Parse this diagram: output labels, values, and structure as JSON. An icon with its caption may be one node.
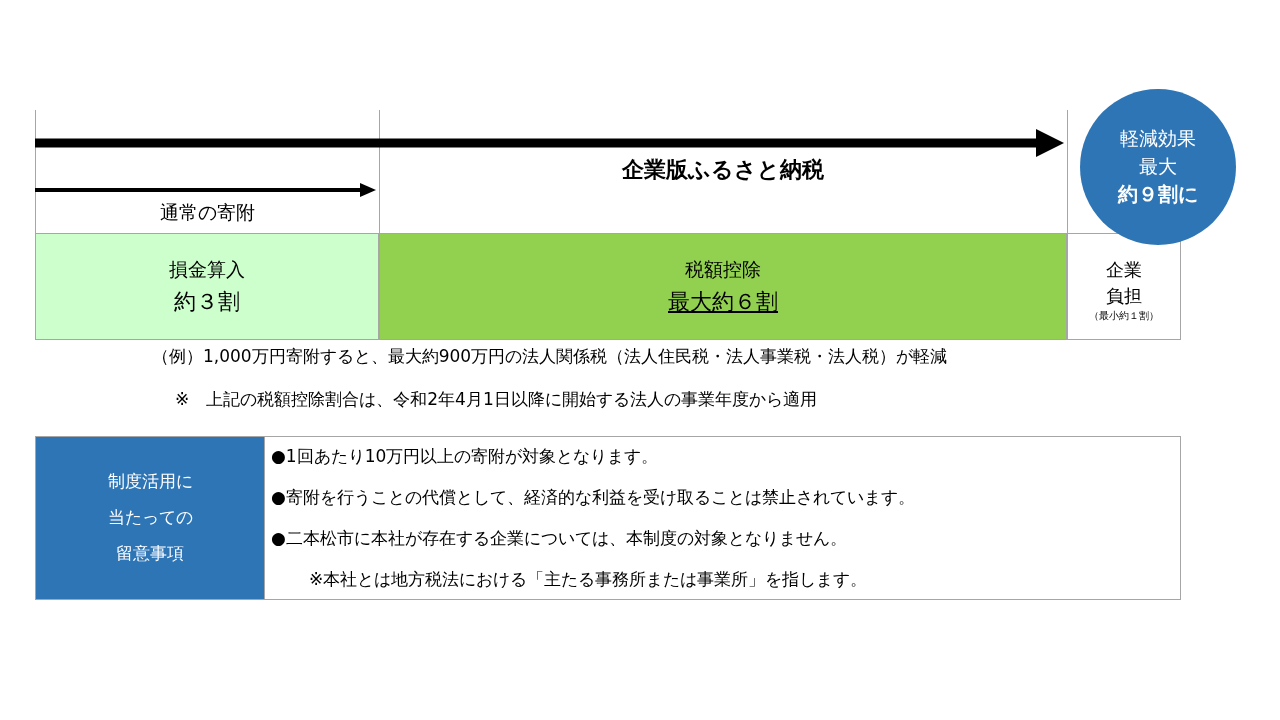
{
  "diagram": {
    "nodes": [
      {
        "text": [
          "損金算入",
          "約３割"
        ]
      },
      {
        "text": [
          "税額控除",
          "最大約６割"
        ]
      },
      {
        "text": [
          "企業負担",
          "（最小約１割）"
        ]
      },
      {
        "text": [
          "軽減効果",
          "最大",
          "約９割に"
        ]
      },
      {
        "text": [
          "制度活用に当たっての留意事項"
        ]
      },
      {
        "text": [
          "●1回あたり10万円以上の寄附が対象となります。",
          "●寄附を行うことの代償として、経済的な利益を受け取ることは禁止されています。",
          "●二本松市に本社が存在する企業については、本制度の対象となりません。",
          "※本社とは地方税法における「主たる事務所または事業所」を指します。"
        ]
      }
    ],
    "labels": [
      "企業版ふるさと納税",
      "通常の寄附",
      "（例）1,000万円寄附すると、最大約900万円の法人関係税（法人住民税・法人事業税・法人税）が軽減",
      "※　上記の税額控除割合は、令和2年4月1日以降に開始する法人の事業年度から適用"
    ]
  }
}
